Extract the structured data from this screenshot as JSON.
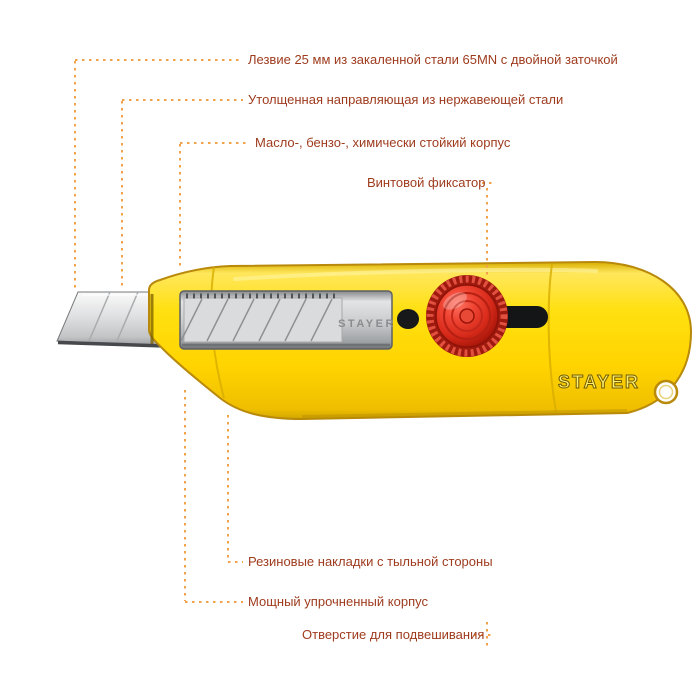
{
  "brand": "STAYER",
  "callouts": {
    "blade": "Лезвие 25 мм из закаленной стали 65MN с двойной заточкой",
    "guide": "Утолщенная направляющая из нержавеющей стали",
    "resistant_housing": "Масло-, бензо-, химически стойкий корпус",
    "screw_lock": "Винтовой фиксатор",
    "rubber_pads": "Резиновые накладки с тыльной стороны",
    "reinforced_body": "Мощный упрочненный корпус",
    "hanging_hole": "Отверстие для подвешивания"
  },
  "knife": {
    "channel_brand": "STAYER",
    "body_brand": "STAYER"
  },
  "colors": {
    "label_text": "#9E3B1E",
    "leader_line": "#F2A24B",
    "body_yellow": "#FFD800",
    "dial_red": "#D9281A",
    "blade_steel": "#D9DBDC"
  }
}
